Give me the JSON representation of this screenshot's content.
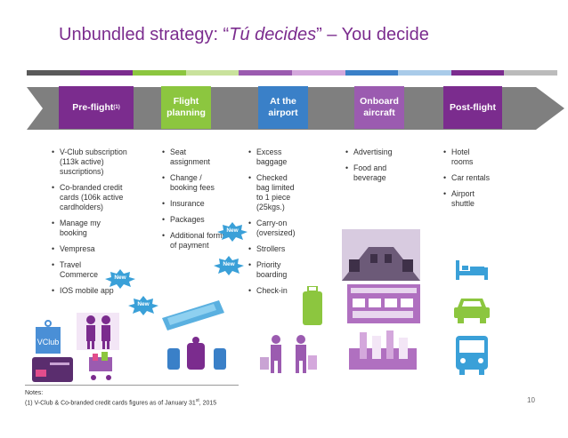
{
  "title": {
    "prefix": "Unbundled strategy: “",
    "italic": "Tú decides",
    "suffix": "” – You decide"
  },
  "colors": {
    "title": "#7b2c8e",
    "stage1": "#7b2c8e",
    "stage2": "#8cc63f",
    "stage3": "#3a80c8",
    "stage4": "#9b5bb0",
    "stage5": "#7b2c8e",
    "new_badge": "#3aa0d8"
  },
  "stages": [
    {
      "label": "Pre-flight",
      "sup": "(1)"
    },
    {
      "label": "Flight\nplanning"
    },
    {
      "label": "At the\nairport"
    },
    {
      "label": "Onboard\naircraft"
    },
    {
      "label": "Post-flight"
    }
  ],
  "columns": {
    "preflight": [
      "V-Club subscription\n(113k active)\nsuscriptions)",
      "Co-branded credit\ncards (106k active\ncardholders)",
      "Manage my\nbooking",
      "Vempresa",
      "Travel\nCommerce",
      "IOS mobile app"
    ],
    "planning": [
      "Seat\nassignment",
      "Change /\nbooking fees",
      "Insurance",
      "Packages",
      "Additional forms\nof payment"
    ],
    "airport": [
      "Excess\nbaggage",
      "Checked\nbag limited\nto 1 piece\n(25kgs.)",
      "Carry-on\n(oversized)",
      "Strollers",
      "Priority\nboarding",
      "Check-in"
    ],
    "onboard": [
      "Advertising",
      "Food and\nbeverage"
    ],
    "postflight": [
      "Hotel\nrooms",
      "Car rentals",
      "Airport\nshuttle"
    ]
  },
  "badge_text": "New",
  "vclub_label": "VClub",
  "notes": {
    "heading": "Notes:",
    "line": "(1)  V-Club & Co-branded credit cards figures as of January 31",
    "sup": "st",
    "tail": ", 2015"
  },
  "page_number": "10"
}
